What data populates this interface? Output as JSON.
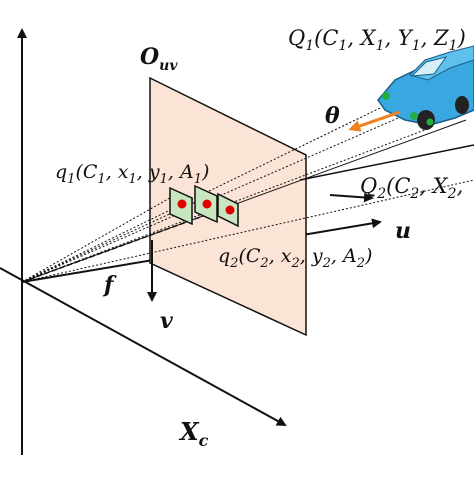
{
  "labels": {
    "origin_uv": "O",
    "origin_uv_sub": "uv",
    "theta": "θ",
    "f": "f",
    "u": "u",
    "v": "v",
    "xc": "X",
    "xc_sub": "c",
    "Q1": "Q",
    "Q1_sub": "1",
    "Q1_args": "(C",
    "Q1_args_sub1": "1",
    "Q1_args_x": ", X",
    "Q1_args_sub2": "1",
    "Q1_args_y": ", Y",
    "Q1_args_sub3": "1",
    "Q1_args_z": ", Z",
    "Q1_args_sub4": "1",
    "Q1_close": ")",
    "Q2": "Q",
    "Q2_sub": "2",
    "Q2_args": "(C",
    "Q2_args_sub1": "2",
    "Q2_args_x": ", X",
    "Q2_args_sub2": "2",
    "Q2_args_comma": ",",
    "q1": "q",
    "q1_sub": "1",
    "q1_args": "(C",
    "q1_args_sub1": "1",
    "q1_args_x": ", x",
    "q1_args_sub2": "1",
    "q1_args_y": ", y",
    "q1_args_sub3": "1",
    "q1_args_a": ", A",
    "q1_args_sub4": "1",
    "q1_close": ")",
    "q2": "q",
    "q2_sub": "2",
    "q2_args": "(C",
    "q2_args_sub1": "2",
    "q2_args_x": ", x",
    "q2_args_sub2": "2",
    "q2_args_y": ", y",
    "q2_args_sub3": "2",
    "q2_args_a": ", A",
    "q2_args_sub4": "2",
    "q2_close": ")"
  },
  "colors": {
    "image_plane_fill": "#fbe3d6",
    "marker_fill": "#c8e6c0",
    "marker_dot": "#e00000",
    "car_body": "#3aa8e0",
    "motion_arrow": "#f08020",
    "wheel_dot": "#20b040"
  }
}
